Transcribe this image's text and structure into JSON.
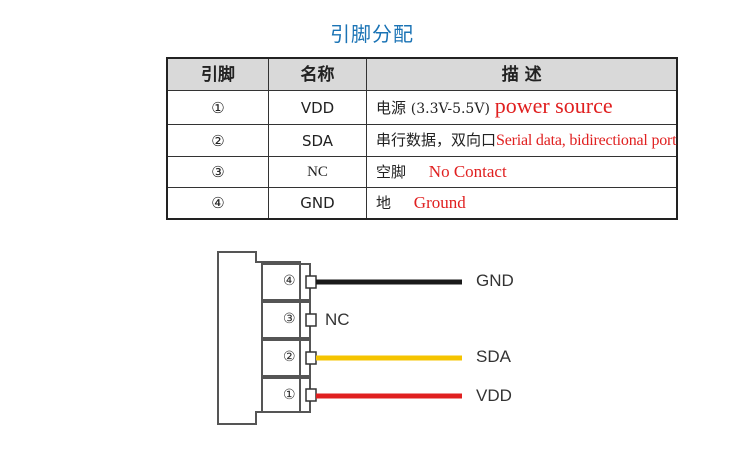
{
  "title": "引脚分配",
  "table": {
    "headers": [
      "引脚",
      "名称",
      "描 述"
    ],
    "rows": [
      {
        "pin": "①",
        "name": "VDD",
        "desc_cn": "电源",
        "desc_range": "(3.3V-5.5V)",
        "desc_en": "power source"
      },
      {
        "pin": "②",
        "name": "SDA",
        "desc_cn": "串行数据，双向口",
        "desc_range": "",
        "desc_en": "Serial data, bidirectional port"
      },
      {
        "pin": "③",
        "name": "NC",
        "desc_cn": "空脚",
        "desc_range": "",
        "desc_en": "No Contact"
      },
      {
        "pin": "④",
        "name": "GND",
        "desc_cn": "地",
        "desc_range": "",
        "desc_en": "Ground"
      }
    ]
  },
  "connector": {
    "pins": [
      {
        "num": "④",
        "label": "GND",
        "wire_color": "#1a1a1a",
        "wired": true
      },
      {
        "num": "③",
        "label": "NC",
        "wire_color": "",
        "wired": false
      },
      {
        "num": "②",
        "label": "SDA",
        "wire_color": "#f5c400",
        "wired": true
      },
      {
        "num": "①",
        "label": "VDD",
        "wire_color": "#e02020",
        "wired": true
      }
    ]
  }
}
